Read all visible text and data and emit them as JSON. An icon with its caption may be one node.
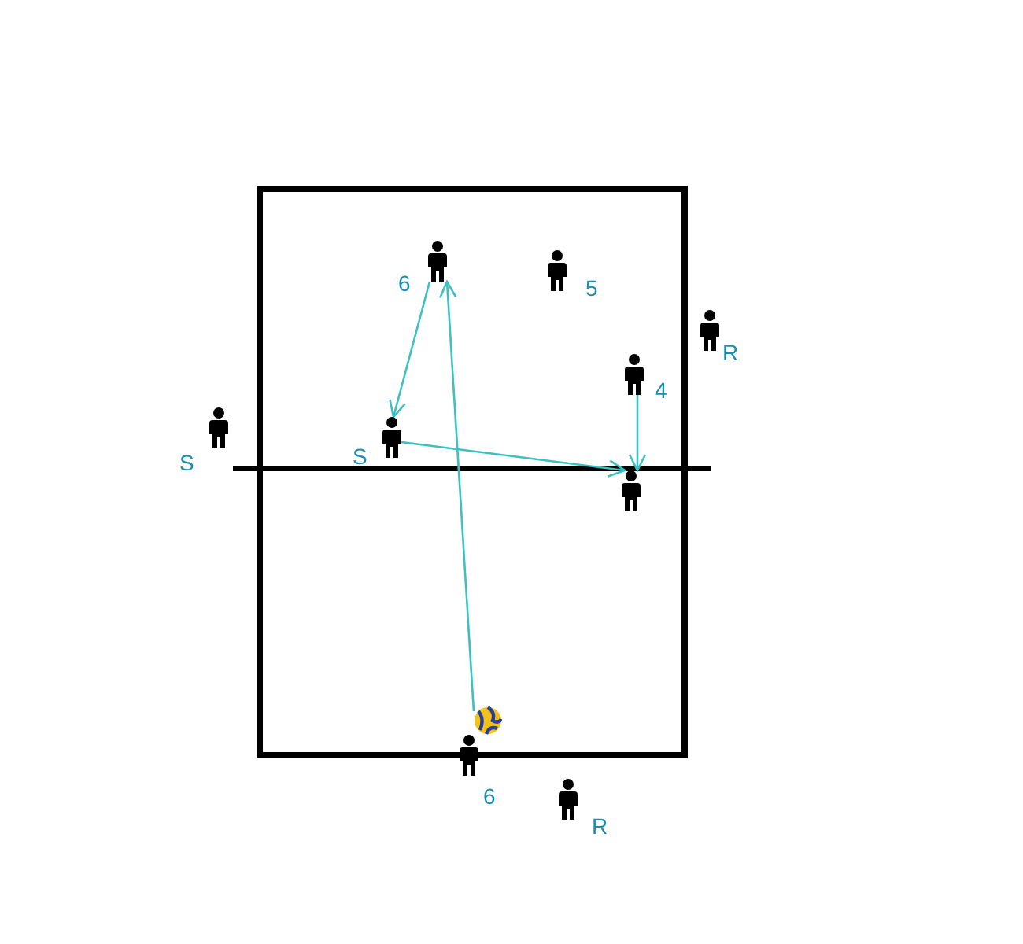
{
  "diagram": {
    "nodes": [
      {
        "text": [],
        "shape": "box"
      },
      {
        "text": [],
        "shape": "person",
        "in": 0,
        "beside": [
          "6"
        ]
      },
      {
        "text": [],
        "shape": "person",
        "in": 0,
        "beside": [
          "5"
        ]
      },
      {
        "text": [],
        "shape": "person",
        "beside": [
          "R"
        ]
      },
      {
        "text": [],
        "shape": "person",
        "in": 0,
        "beside": [
          "4"
        ]
      },
      {
        "text": [],
        "shape": "person",
        "beside": [
          "S"
        ]
      },
      {
        "text": [],
        "shape": "person",
        "in": 0,
        "beside": [
          "S"
        ]
      },
      {
        "text": [],
        "shape": "person",
        "in": 0
      },
      {
        "text": [],
        "shape": "picture",
        "in": 0
      },
      {
        "text": [],
        "shape": "person",
        "beside": [
          "6"
        ]
      },
      {
        "text": [],
        "shape": "person",
        "beside": [
          "R"
        ]
      }
    ],
    "edges": [
      {
        "from": 1,
        "to": 6,
        "arrow": "to"
      },
      {
        "from": 6,
        "to": 7,
        "arrow": "to"
      },
      {
        "from": 4,
        "to": 7,
        "arrow": "to"
      },
      {
        "from": 8,
        "to": 1,
        "arrow": "to"
      }
    ]
  }
}
